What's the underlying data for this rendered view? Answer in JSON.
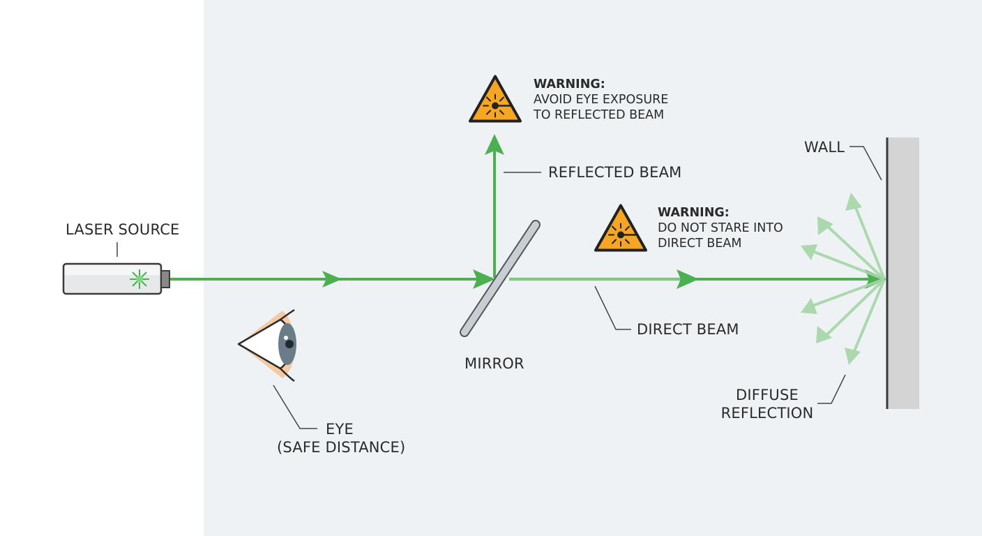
{
  "labels": {
    "laser_source": "LASER SOURCE",
    "eye_line1": "EYE",
    "eye_line2": "(SAFE DISTANCE)",
    "mirror": "MIRROR",
    "reflected_beam": "REFLECTED BEAM",
    "direct_beam": "DIRECT BEAM",
    "wall": "WALL",
    "diffuse_line1": "DIFFUSE",
    "diffuse_line2": "REFLECTION"
  },
  "warnings": [
    {
      "title": "WARNING:",
      "line1": "AVOID EYE EXPOSURE",
      "line2": "TO REFLECTED BEAM"
    },
    {
      "title": "WARNING:",
      "line1": "DO NOT STARE INTO",
      "line2": "DIRECT BEAM"
    }
  ],
  "colors": {
    "beam": "#4caf50",
    "beam_faded": "#a5d6a7",
    "warning_fill": "#f6a623",
    "warning_stroke": "#222222",
    "panel_background": "#eef2f5",
    "wall": "#d4d4d4",
    "skin": "#f5c9a3",
    "iris": "#6b7c89"
  },
  "icons": [
    "laser-warning-icon",
    "eye-icon",
    "laser-device-icon",
    "mirror-icon",
    "wall-icon"
  ]
}
